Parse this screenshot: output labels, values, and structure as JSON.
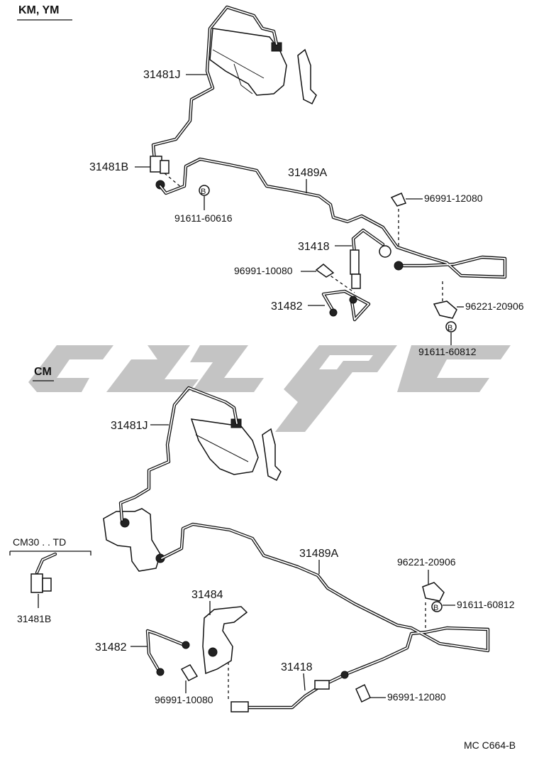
{
  "sections": {
    "top": "KM, YM",
    "middle": "CM",
    "inset": "CM30 . . TD"
  },
  "labels": {
    "top_31481J": "31481J",
    "top_31481B": "31481B",
    "top_31489A": "31489A",
    "top_96991_12080": "96991-12080",
    "top_91611_60616": "91611-60616",
    "top_31418": "31418",
    "top_96991_10080": "96991-10080",
    "top_31482": "31482",
    "top_96221_20906": "96221-20906",
    "top_91611_60812": "91611-60812",
    "bot_31481J": "31481J",
    "bot_31489A": "31489A",
    "bot_96221_20906": "96221-20906",
    "bot_91611_60812": "91611-60812",
    "bot_31481B": "31481B",
    "bot_31484": "31484",
    "bot_31482": "31482",
    "bot_31418": "31418",
    "bot_96991_12080": "96991-12080",
    "bot_96991_10080": "96991-10080"
  },
  "bolt_marker": "B",
  "footer_code": "MC  C664-B",
  "colors": {
    "line": "#111111",
    "watermark": "#c4c4c4"
  }
}
